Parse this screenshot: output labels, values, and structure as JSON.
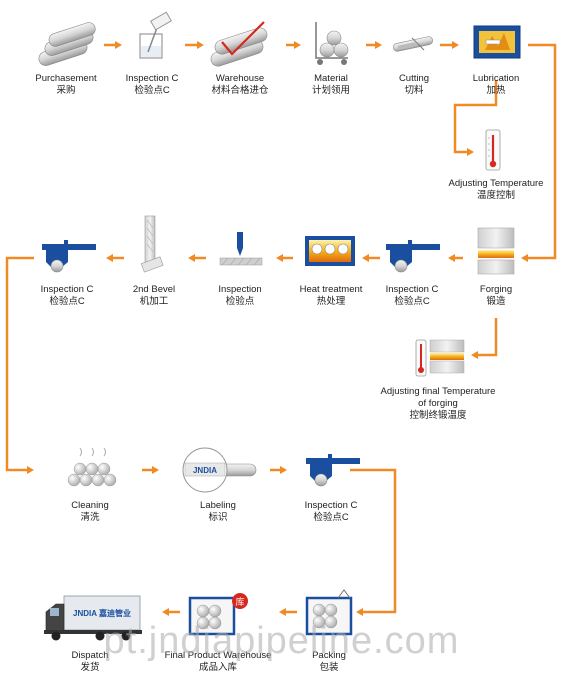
{
  "steps": {
    "purchasement": {
      "en": "Purchasement",
      "cn": "采购"
    },
    "inspection1": {
      "en": "Inspection C",
      "cn": "检验点C"
    },
    "warehouse": {
      "en": "Warehouse",
      "cn": "材料合格进仓"
    },
    "material": {
      "en": "Material",
      "cn": "计划领用"
    },
    "cutting": {
      "en": "Cutting",
      "cn": "切料"
    },
    "lubrication": {
      "en": "Lubrication",
      "cn": "加热"
    },
    "adjust_temp": {
      "en": "Adjusting Temperature",
      "cn": "温度控制"
    },
    "forging": {
      "en": "Forging",
      "cn": "锻造"
    },
    "inspection2": {
      "en": "Inspection C",
      "cn": "检验点C"
    },
    "heat_treatment": {
      "en": "Heat treatment",
      "cn": "热处理"
    },
    "inspection3": {
      "en": "Inspection",
      "cn": "检验点"
    },
    "bevel": {
      "en": "2nd Bevel",
      "cn": "机加工"
    },
    "inspection4": {
      "en": "Inspection C",
      "cn": "检验点C"
    },
    "adjust_final": {
      "en1": "Adjusting final Temperature",
      "en2": "of forging",
      "cn": "控制终锻温度"
    },
    "cleaning": {
      "en": "Cleaning",
      "cn": "清洗"
    },
    "labeling": {
      "en": "Labeling",
      "cn": "标识"
    },
    "inspection5": {
      "en": "Inspection C",
      "cn": "检验点C"
    },
    "packing": {
      "en": "Packing",
      "cn": "包装"
    },
    "final_warehouse": {
      "en": "Final Product Warehouse",
      "cn": "成品入库"
    },
    "dispatch": {
      "en": "Dispatch",
      "cn": "发货"
    }
  },
  "truck_text": "JNDIA 嘉迪管业",
  "label_text": "JNDIA",
  "warehouse_tag": "库",
  "watermark": "pt.jndiapipeline.com",
  "colors": {
    "arrow": "#f08a24",
    "blue": "#1a4fa0",
    "red": "#d6281f"
  }
}
